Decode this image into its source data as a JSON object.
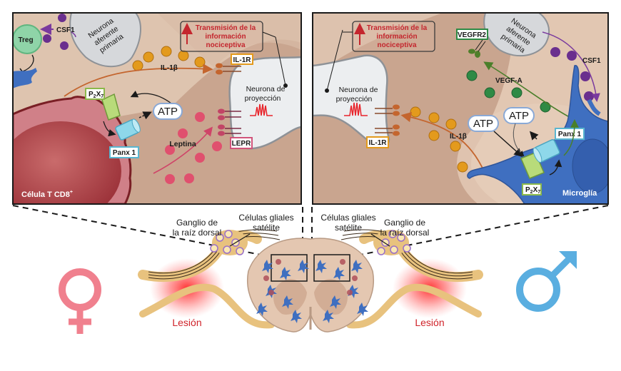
{
  "figure": {
    "left_panel": {
      "sex": "female",
      "cells": {
        "treg": "Treg",
        "afferent_neuron": [
          "Neurona",
          "aferente",
          "primaria"
        ],
        "projection_neuron": [
          "Neurona de",
          "proyección"
        ],
        "t_cell": "Célula T CD8",
        "t_cell_superscript": "+"
      },
      "molecules": {
        "csf1": "CSF1",
        "il1b": "IL-1β",
        "leptin": "Leptina",
        "atp": "ATP"
      },
      "receptor_labels": {
        "il1r": "IL-1R",
        "lepr": "LEPR",
        "p2x7_main": "P",
        "p2x7_sub1": "2",
        "p2x7_mid": "X",
        "p2x7_sub2": "7",
        "panx1": "Panx 1"
      },
      "callout": [
        "Transmisión de la",
        "información",
        "nociceptiva"
      ]
    },
    "right_panel": {
      "sex": "male",
      "cells": {
        "afferent_neuron": [
          "Neurona",
          "aferente",
          "primaria"
        ],
        "projection_neuron": [
          "Neurona de",
          "proyección"
        ],
        "microglia": "Microglía"
      },
      "molecules": {
        "csf1": "CSF1",
        "il1b": "IL-1β",
        "vegfa": "VEGF-A",
        "atp_1": "ATP",
        "atp_2": "ATP"
      },
      "receptor_labels": {
        "il1r": "IL-1R",
        "vegfr2": "VEGFR2",
        "p2x7_main": "P",
        "p2x7_sub1": "2",
        "p2x7_mid": "X",
        "p2x7_sub2": "7",
        "panx1": "Panx 1"
      },
      "callout": [
        "Transmisión de la",
        "información",
        "nociceptiva"
      ]
    },
    "bottom": {
      "left_ganglion": [
        "Ganglio de",
        "la raíz dorsal"
      ],
      "left_satellite": [
        "Células gliales",
        "satélite"
      ],
      "right_satellite": [
        "Células gliales",
        "satélite"
      ],
      "right_ganglion": [
        "Ganglio de",
        "la raíz dorsal"
      ],
      "left_lesion": "Lesión",
      "right_lesion": "Lesión",
      "female_symbol": "♀",
      "male_symbol": "♂"
    },
    "colors": {
      "background_tissue": "#c9a58f",
      "light_tissue": "#e2c9b5",
      "neuron_fill": "#eceef0",
      "il1b_orange": "#e39a1d",
      "leptin_pink": "#e0506e",
      "csf1_purple": "#6a2f8e",
      "vegf_green": "#2e8a45",
      "microglia_blue": "#3f6fc0",
      "tcell_red": "#a63a40",
      "callout_red": "#c4262e",
      "female_pink": "#f0808e",
      "male_blue": "#5aaee0",
      "lesion_red": "#d0232a"
    }
  }
}
